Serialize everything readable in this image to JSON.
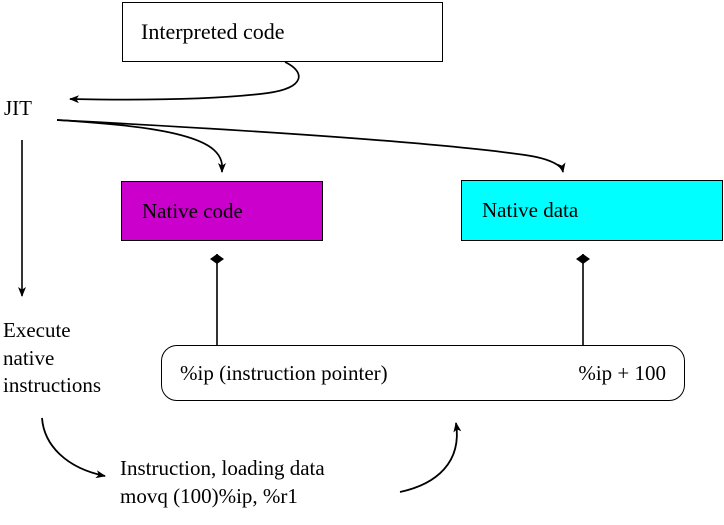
{
  "diagram": {
    "title_nodes": {
      "interpreted_code": "Interpreted code",
      "native_code": "Native code",
      "native_data": "Native data"
    },
    "ip_box": {
      "left_label": "%ip (instruction pointer)",
      "right_label": "%ip + 100"
    },
    "labels": {
      "jit": "JIT",
      "execute": "Execute\nnative\ninstructions",
      "instruction": "Instruction, loading data\nmovq (100)%ip, %r1"
    },
    "colors": {
      "native_code_fill": "#cc00cc",
      "native_data_fill": "#00ffff",
      "box_fill": "#ffffff",
      "stroke": "#000000",
      "background": "#ffffff"
    },
    "edges": [
      {
        "name": "interpreted-code-to-jit",
        "from": "interpreted_code",
        "to": "jit",
        "style": "curved",
        "arrowhead": "end"
      },
      {
        "name": "jit-to-native-code",
        "from": "jit",
        "to": "native_code",
        "style": "curved",
        "arrowhead": "end"
      },
      {
        "name": "jit-to-native-data",
        "from": "jit",
        "to": "native_data",
        "style": "curved",
        "arrowhead": "end"
      },
      {
        "name": "jit-to-execute",
        "from": "jit",
        "to": "execute",
        "style": "straight-vertical",
        "arrowhead": "end"
      },
      {
        "name": "ip-box-to-native-code",
        "from": "ip_box",
        "to": "native_code",
        "style": "straight-vertical",
        "arrowhead": "end"
      },
      {
        "name": "ip-box-to-native-data",
        "from": "ip_box",
        "to": "native_data",
        "style": "straight-vertical",
        "arrowhead": "end"
      },
      {
        "name": "execute-to-instruction",
        "from": "execute",
        "to": "instruction",
        "style": "curved",
        "arrowhead": "end"
      },
      {
        "name": "instruction-to-ip-box",
        "from": "instruction",
        "to": "ip_box",
        "style": "curved",
        "arrowhead": "end"
      }
    ]
  }
}
